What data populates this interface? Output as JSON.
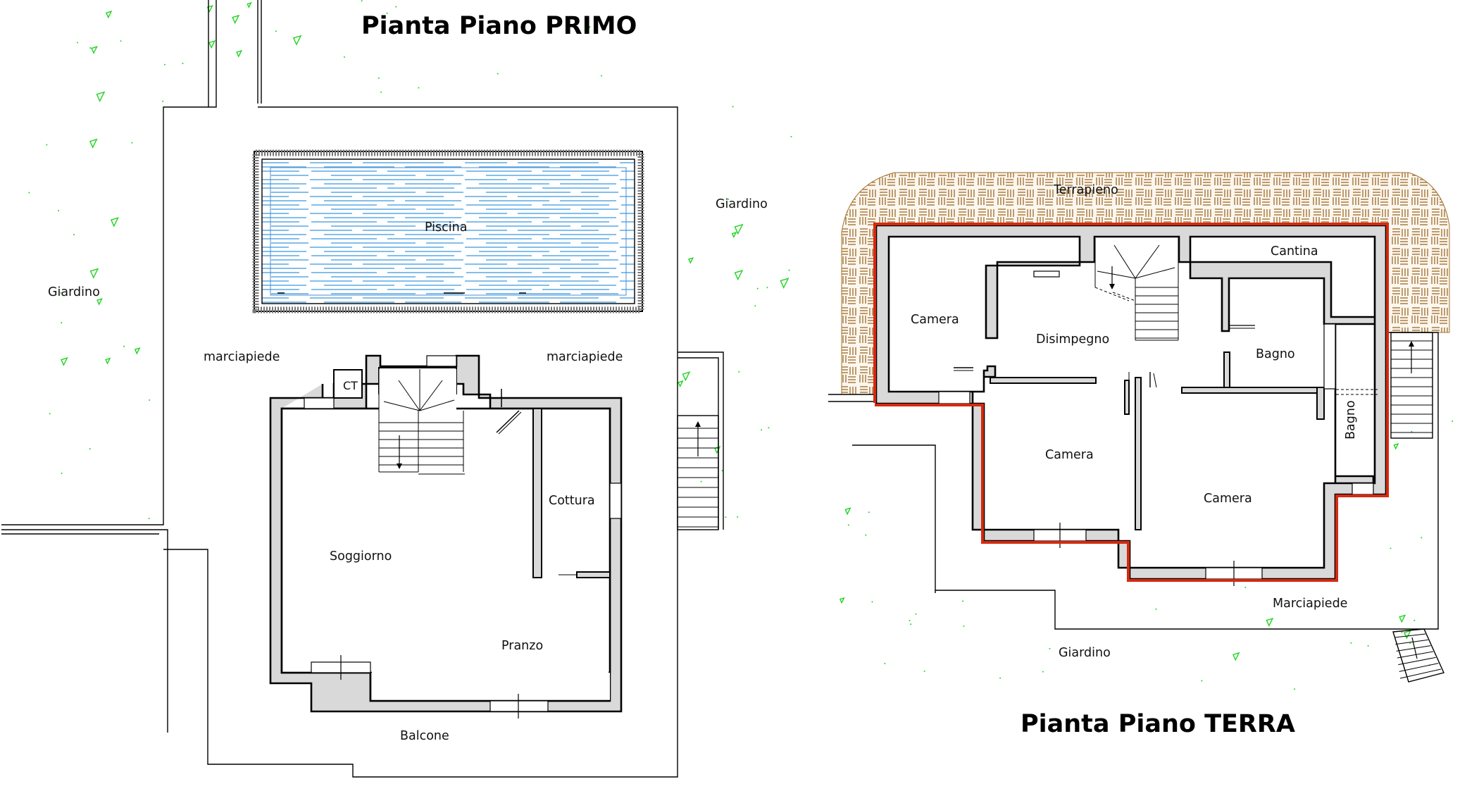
{
  "first_floor": {
    "title": "Pianta  Piano  PRIMO",
    "labels": {
      "garden_left": "Giardino",
      "garden_right": "Giardino",
      "pool": "Piscina",
      "sidewalk_left": "marciapiede",
      "sidewalk_right": "marciapiede",
      "boiler": "CT",
      "kitchen": "Cottura",
      "living": "Soggiorno",
      "dining": "Pranzo",
      "balcony": "Balcone"
    }
  },
  "ground_floor": {
    "title": "Pianta  Piano  TERRA",
    "labels": {
      "embankment": "Terrapieno",
      "cellar": "Cantina",
      "bedroom_nw": "Camera",
      "hallway": "Disimpegno",
      "bath_upper": "Bagno",
      "bath_side": "Bagno",
      "bedroom_mid": "Camera",
      "bedroom_se": "Camera",
      "sidewalk": "Marciapiede",
      "garden": "Giardino"
    }
  },
  "colors": {
    "wall_fill": "#d9d9d9",
    "outline_highlight": "#d42a10",
    "pool_water": "#5aa8e6",
    "vegetation": "#22d322",
    "embankment": "#a5712b"
  }
}
